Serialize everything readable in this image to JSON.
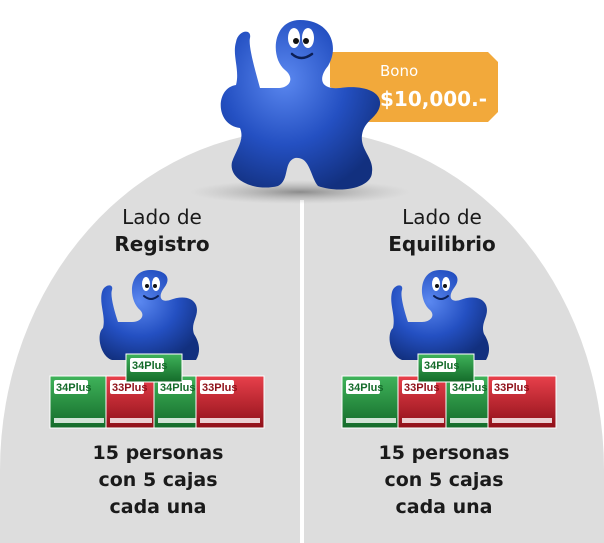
{
  "bonus": {
    "label": "Bono",
    "amount": "$10,000.-"
  },
  "sides": [
    {
      "line1": "Lado de",
      "line2": "Registro",
      "note": [
        "15 personas",
        "con 5 cajas",
        "cada una"
      ],
      "boxes": [
        "34Plus",
        "33Plus",
        "34Plus",
        "33Plus",
        "34Plus"
      ]
    },
    {
      "line1": "Lado de",
      "line2": "Equilibrio",
      "note": [
        "15 personas",
        "con 5 cajas",
        "cada una"
      ],
      "boxes": [
        "34Plus",
        "33Plus",
        "34Plus",
        "33Plus",
        "34Plus"
      ]
    }
  ],
  "colors": {
    "background_circle": "#dcdcdc",
    "puzzle_blue": "#1f4fbf",
    "bonus_orange": "#f2a93b",
    "box_green": "#1f8f3a",
    "box_red": "#c81e2b"
  }
}
